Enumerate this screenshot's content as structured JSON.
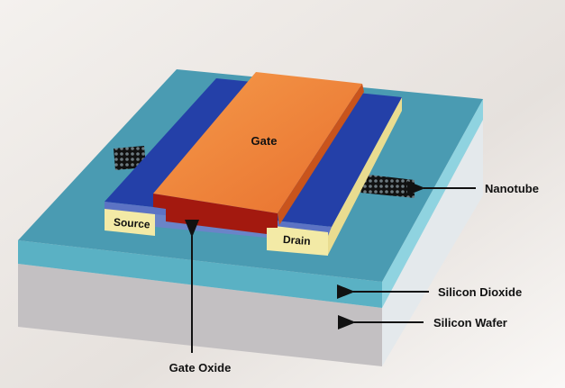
{
  "title": "Carbon nanotube field-effect transistor",
  "labels": {
    "gate": "Gate",
    "source": "Source",
    "drain": "Drain",
    "nanotube": "Nanotube",
    "silicon_dioxide": "Silicon Dioxide",
    "silicon_wafer": "Silicon Wafer",
    "gate_oxide": "Gate Oxide"
  },
  "colors": {
    "gate": "#f07f3a",
    "gate_front": "#a3190f",
    "metal_contact": "#2440a8",
    "contact_side": "#f3eaa6",
    "oxide": "#4ea3b8",
    "wafer": "#c3c0c2",
    "nanotube": "#1a1a1a"
  }
}
